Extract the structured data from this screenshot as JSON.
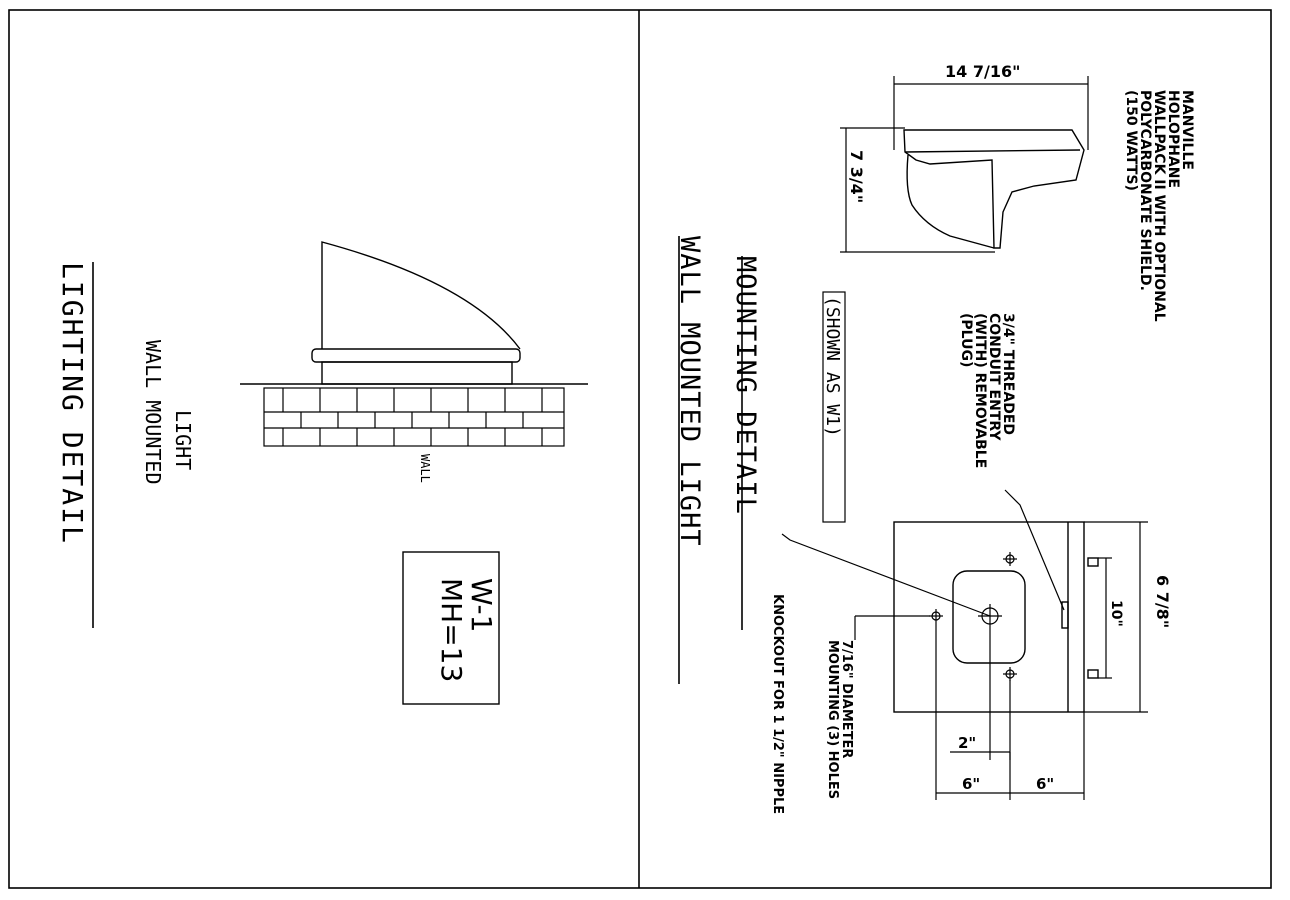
{
  "left_panel": {
    "title": "LIGHTING DETAIL",
    "subtitle_line1": "LIGHT",
    "subtitle_line2": "WALL MOUNTED",
    "wall_label": "WALL",
    "tag_line1": "W-1",
    "tag_line2": "MH=13"
  },
  "right_panel": {
    "title_line1": "MOUNTING DETAIL",
    "title_line2": "WALL MOUNTED LIGHT",
    "shown_as": "(SHOWN AS W1)",
    "fixture_note": [
      "MANVILLE",
      "HOLOPHANE",
      "WALLPACK II WITH OPTIONAL",
      "POLYCARBONATE SHIELD.",
      "(150 WATTS)"
    ],
    "conduit_note": [
      "3/4\" THREADED",
      "CONDUIT ENTRY",
      "(WITH) REMOVABLE",
      "(PLUG)"
    ],
    "knockout_note": "KNOCKOUT FOR 1 1/2\" NIPPLE",
    "mounting_note": [
      "7/16\" DIAMETER",
      "MOUNTING (3) HOLES"
    ],
    "dimensions": {
      "width_top": "14 7/16\"",
      "height_side": "7 3/4\"",
      "width_back": "6 7/8\"",
      "spacing_10": "10\"",
      "offset_2": "2\"",
      "offset_6a": "6\"",
      "offset_6b": "6\""
    }
  }
}
